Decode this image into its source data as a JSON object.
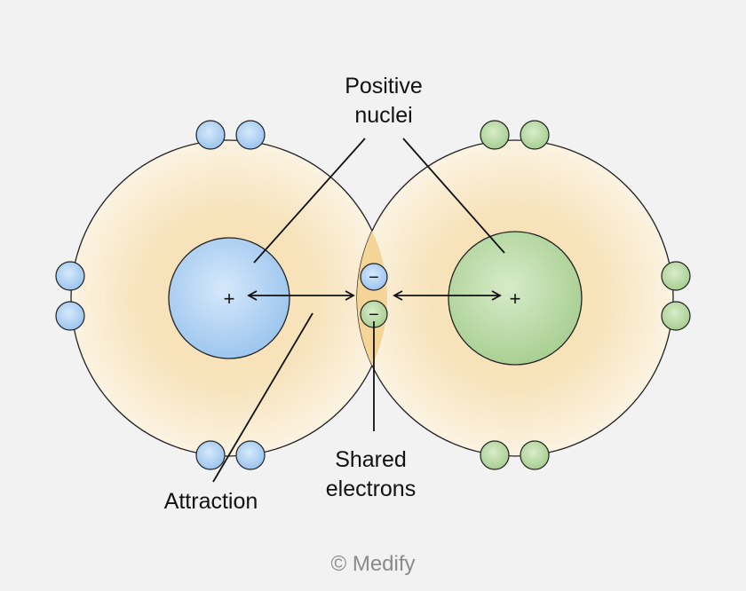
{
  "labels": {
    "positive_nuclei": [
      "Positive",
      "nuclei"
    ],
    "shared_electrons": [
      "Shared",
      "electrons"
    ],
    "attraction": "Attraction",
    "copyright": "© Medify"
  },
  "symbols": {
    "nucleus_charge": "+",
    "electron_charge": "−"
  },
  "colors": {
    "background": "#f2f2f2",
    "shell_glow": "#f5dca6",
    "overlap_region": "#f6d59a",
    "left_atom_fill": "#a9cdf0",
    "right_atom_fill": "#b4d6a2",
    "outline": "#222222"
  }
}
